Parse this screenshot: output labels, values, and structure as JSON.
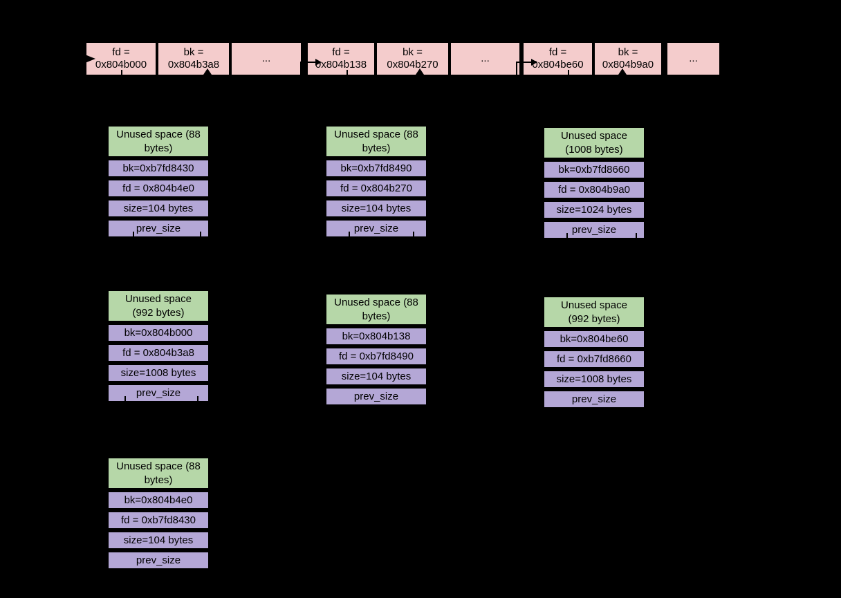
{
  "colors": {
    "background": "#000000",
    "bin_fill": "#f4cccc",
    "unused_fill": "#b6d7a8",
    "field_fill": "#b4a7d6",
    "border": "#000000",
    "text": "#000000"
  },
  "bin_row": {
    "groups": [
      {
        "cells": [
          {
            "label": "fd =\n0x804b000"
          },
          {
            "label": "bk =\n0x804b3a8"
          },
          {
            "label": "..."
          }
        ]
      },
      {
        "cells": [
          {
            "label": "fd =\n0x804b138"
          },
          {
            "label": "bk =\n0x804b270"
          },
          {
            "label": "..."
          }
        ]
      },
      {
        "cells": [
          {
            "label": "fd =\n0x804be60"
          },
          {
            "label": "bk =\n0x804b9a0"
          },
          {
            "label": "..."
          }
        ]
      }
    ]
  },
  "chunks": [
    {
      "unused_label": "Unused space (88\nbytes)",
      "bk_label": "bk=0xb7fd8430",
      "fd_label": "fd = 0x804b4e0",
      "size_label": "size=104 bytes",
      "prev_label": "prev_size"
    },
    {
      "unused_label": "Unused space (88\nbytes)",
      "bk_label": "bk=0xb7fd8490",
      "fd_label": "fd = 0x804b270",
      "size_label": "size=104 bytes",
      "prev_label": "prev_size"
    },
    {
      "unused_label": "Unused space\n(1008 bytes)",
      "bk_label": "bk=0xb7fd8660",
      "fd_label": "fd = 0x804b9a0",
      "size_label": "size=1024 bytes",
      "prev_label": "prev_size"
    },
    {
      "unused_label": "Unused space\n(992 bytes)",
      "bk_label": "bk=0x804b000",
      "fd_label": "fd = 0x804b3a8",
      "size_label": "size=1008 bytes",
      "prev_label": "prev_size"
    },
    {
      "unused_label": "Unused space (88\nbytes)",
      "bk_label": "bk=0x804b138",
      "fd_label": "fd = 0xb7fd8490",
      "size_label": "size=104 bytes",
      "prev_label": "prev_size"
    },
    {
      "unused_label": "Unused space\n(992 bytes)",
      "bk_label": "bk=0x804be60",
      "fd_label": "fd = 0xb7fd8660",
      "size_label": "size=1008 bytes",
      "prev_label": "prev_size"
    },
    {
      "unused_label": "Unused space (88\nbytes)",
      "bk_label": "bk=0x804b4e0",
      "fd_label": "fd = 0xb7fd8430",
      "size_label": "size=104 bytes",
      "prev_label": "prev_size"
    }
  ]
}
